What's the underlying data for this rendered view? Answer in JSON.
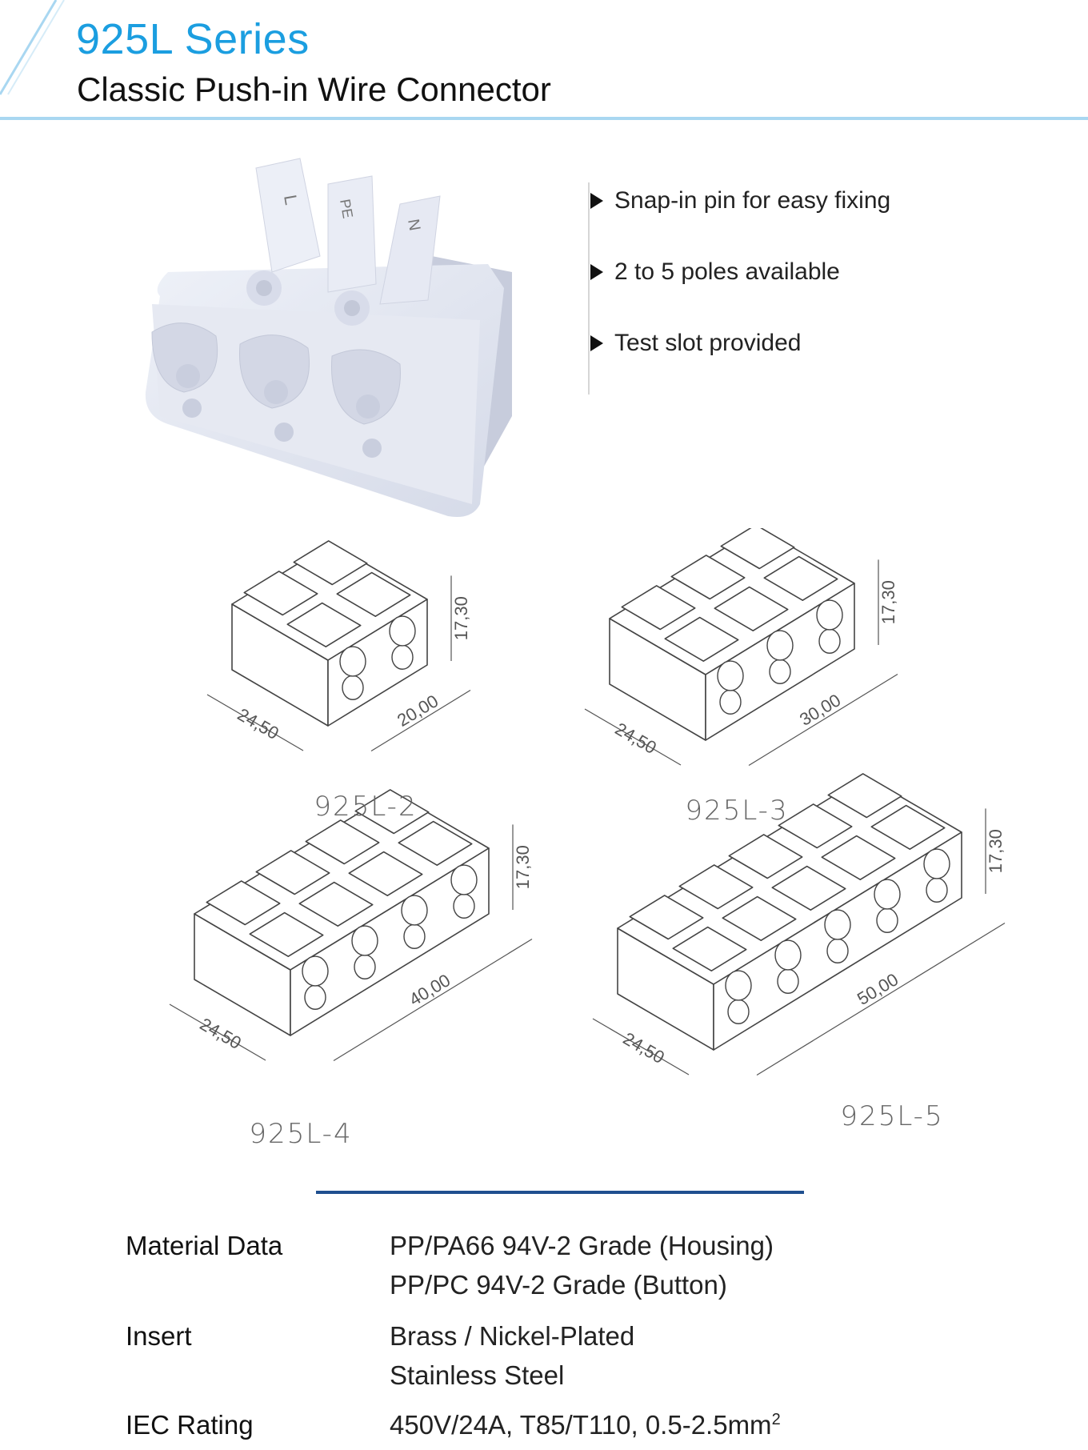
{
  "header": {
    "title": "925L Series",
    "subtitle": "Classic Push-in Wire Connector",
    "accent_color": "#1b9ee0"
  },
  "features": [
    {
      "icon": "triangle-right-icon",
      "text": "Snap-in pin for easy fixing"
    },
    {
      "icon": "triangle-right-icon",
      "text": "2 to 5 poles available"
    },
    {
      "icon": "triangle-right-icon",
      "text": "Test slot provided"
    }
  ],
  "photo": {
    "lever_marks": [
      "L",
      "PE",
      "N"
    ]
  },
  "models": [
    {
      "name": "925L-2",
      "poles": 2,
      "height": "17,30",
      "depth": "24,50",
      "length": "20,00"
    },
    {
      "name": "925L-3",
      "poles": 3,
      "height": "17,30",
      "depth": "24,50",
      "length": "30,00"
    },
    {
      "name": "925L-4",
      "poles": 4,
      "height": "17,30",
      "depth": "24,50",
      "length": "40,00"
    },
    {
      "name": "925L-5",
      "poles": 5,
      "height": "17,30",
      "depth": "24,50",
      "length": "50,00"
    }
  ],
  "specs": {
    "material_label": "Material Data",
    "material_line1": "PP/PA66 94V-2 Grade (Housing)",
    "material_line2": "PP/PC 94V-2 Grade (Button)",
    "insert_label": "Insert",
    "insert_line1": "Brass / Nickel-Plated",
    "insert_line2": "Stainless Steel",
    "iec_label": "IEC Rating",
    "iec_value": "450V/24A, T85/T110, 0.5-2.5mm",
    "iec_sup": "2"
  }
}
